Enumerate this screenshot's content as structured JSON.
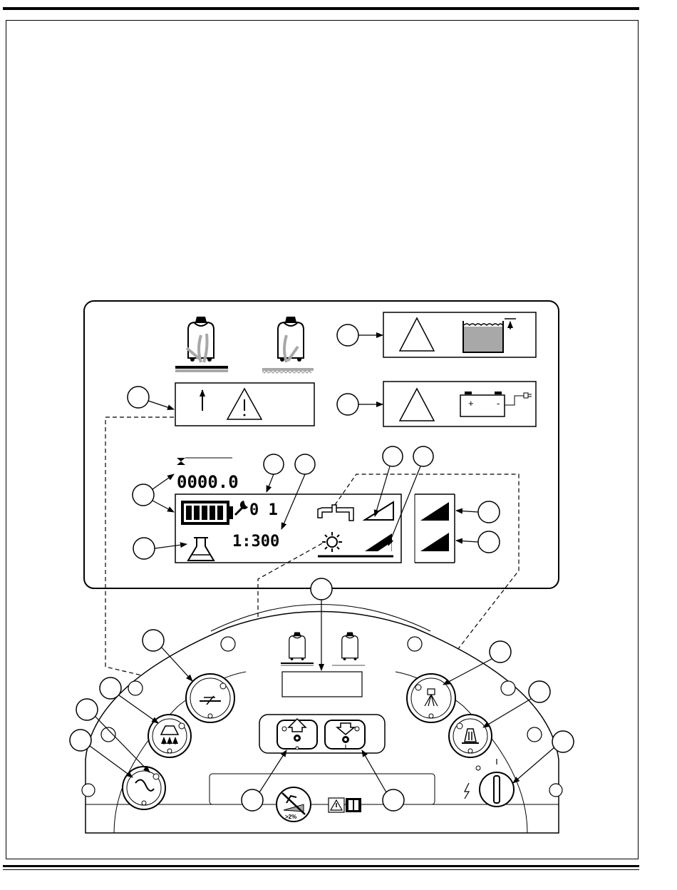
{
  "lcd": {
    "hours": "0000.0",
    "service_code": "0 1",
    "detergent_ratio": "1:300"
  },
  "panel": {
    "parking_sign": ">2%"
  },
  "colors": {
    "line": "#000000",
    "fill_gray": "#a8a8a8",
    "light_gray": "#d0d0d0"
  },
  "icons": [
    "scrubber-lowered-icon",
    "scrubber-raised-icon",
    "warning-triangle-icon",
    "recovery-tank-full-icon",
    "battery-low-icon",
    "battery-gauge-icon",
    "wrench-icon",
    "hourglass-icon",
    "detergent-flask-icon",
    "water-tap-icon",
    "brush-pressure-icon",
    "horn-icon",
    "vacuum-fan-icon",
    "brush-icon",
    "solution-spray-icon",
    "squeegee-icon",
    "key-switch-icon",
    "no-parking-slope-icon"
  ]
}
